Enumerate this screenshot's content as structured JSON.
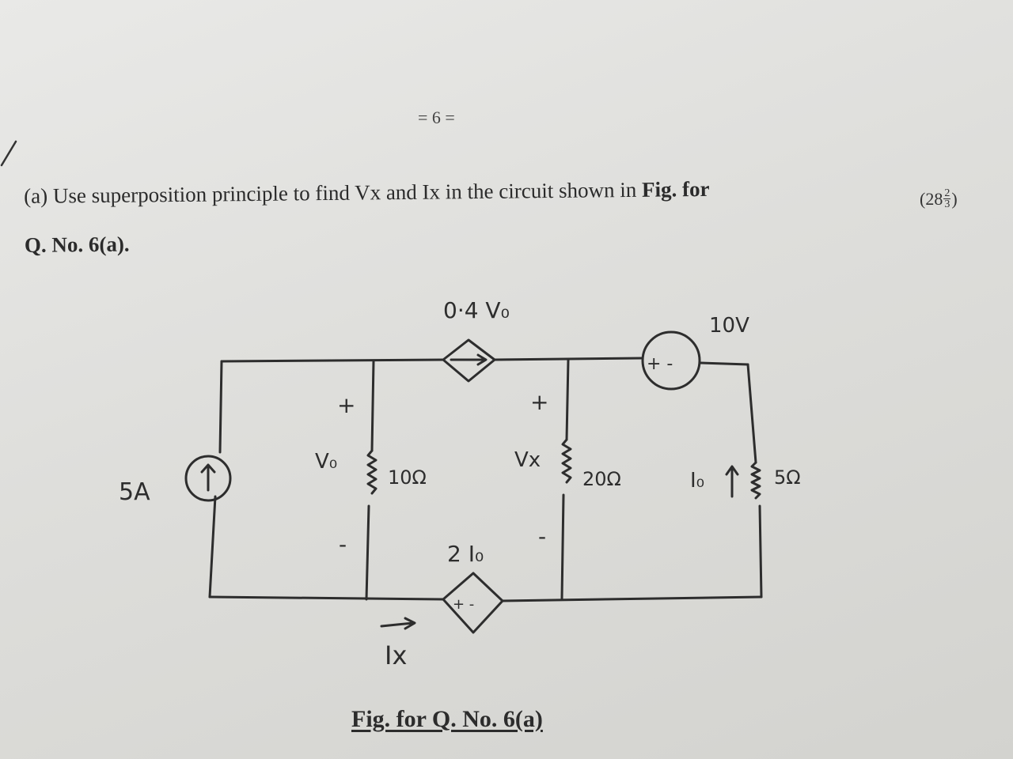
{
  "page_number": "= 6 =",
  "question": {
    "text": "(a) Use superposition principle to find Vx and Ix in the circuit shown in",
    "fig_ref": "Fig. for",
    "qno": "Q. No. 6(a)."
  },
  "marks": {
    "open": "(28",
    "numerator": "2",
    "denominator": "3",
    "close": ")"
  },
  "circuit": {
    "current_source_label": "5A",
    "dep_current_source_label": "0·4 V₀",
    "voltage_source_label": "10V",
    "voltage_source_polarity": "+ -",
    "dep_voltage_source_label": "2 I₀",
    "dep_voltage_source_polarity": "+ -",
    "v0_label": "V₀",
    "vx_label": "Vx",
    "plus": "+",
    "minus": "-",
    "r1_label": "10Ω",
    "r2_label": "20Ω",
    "r3_label": "5Ω",
    "i0_label": "I₀",
    "ix_label": "Ix"
  },
  "caption": "Fig. for Q. No. 6(a)"
}
